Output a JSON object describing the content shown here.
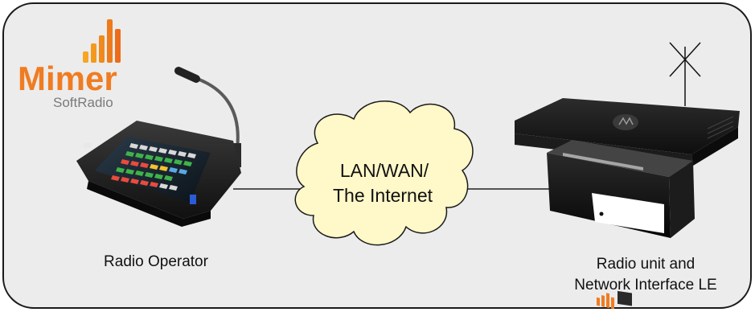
{
  "logo": {
    "brand": "Mimer",
    "product": "SoftRadio",
    "brand_color": "#f07c22",
    "product_color": "#7a7a7a"
  },
  "cloud": {
    "line1": "LAN/WAN/",
    "line2": "The Internet",
    "fill_color": "#fff8c8"
  },
  "labels": {
    "operator": "Radio Operator",
    "radio_line1": "Radio unit and",
    "radio_line2": "Network Interface LE"
  },
  "colors": {
    "panel_bg": "#ececec",
    "panel_border": "#1a1a1a",
    "connector": "#222222"
  }
}
